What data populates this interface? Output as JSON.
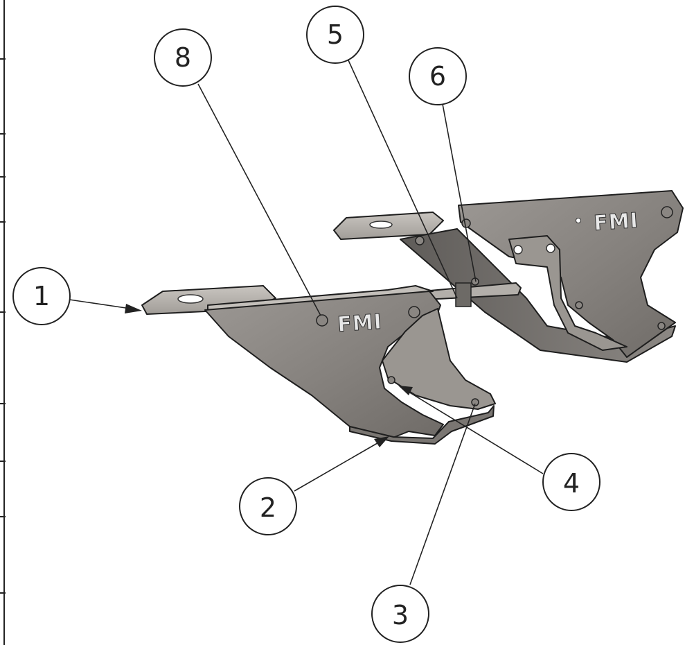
{
  "drawing": {
    "logo_text": "FMI",
    "balloons": [
      {
        "id": "1",
        "label": "1"
      },
      {
        "id": "2",
        "label": "2"
      },
      {
        "id": "3",
        "label": "3"
      },
      {
        "id": "4",
        "label": "4"
      },
      {
        "id": "5",
        "label": "5"
      },
      {
        "id": "6",
        "label": "6"
      },
      {
        "id": "8",
        "label": "8"
      }
    ]
  },
  "colors": {
    "plate_dark": "#6e6b68",
    "plate_mid": "#8f8b87",
    "plate_light": "#b9b5b0",
    "line": "#222222"
  }
}
